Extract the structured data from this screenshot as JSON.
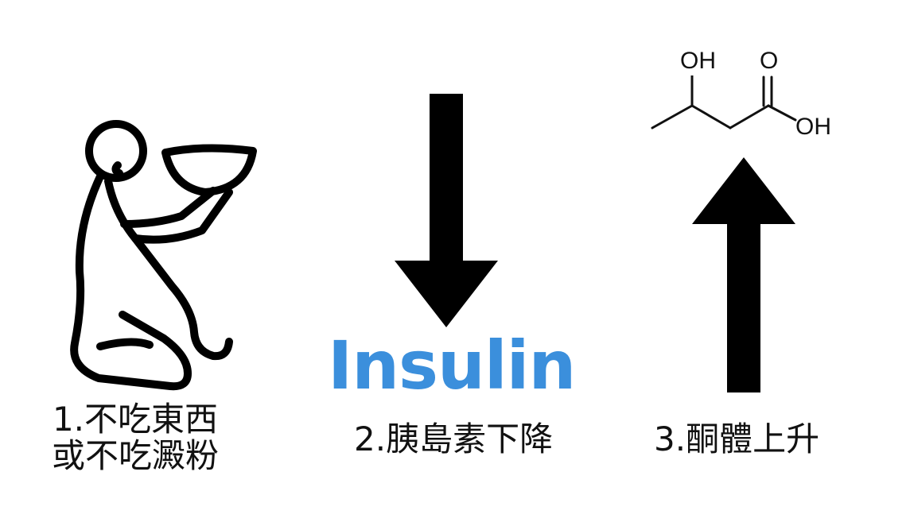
{
  "steps": {
    "step1": {
      "line1": "1.不吃東西",
      "line2": "或不吃澱粉",
      "icon": "kneeling-person-with-bowl-icon"
    },
    "step2": {
      "label": "2.胰島素下降",
      "hormone": "Insulin",
      "icon": "arrow-down-icon"
    },
    "step3": {
      "label": "3.酮體上升",
      "icon": "arrow-up-icon"
    }
  },
  "molecule": {
    "atoms": {
      "oh_top": "OH",
      "o_carbonyl": "O",
      "oh_acid": "OH"
    }
  },
  "colors": {
    "insulin_text": "#3b8fdc",
    "arrow_fill": "#000000",
    "text": "#111111"
  }
}
